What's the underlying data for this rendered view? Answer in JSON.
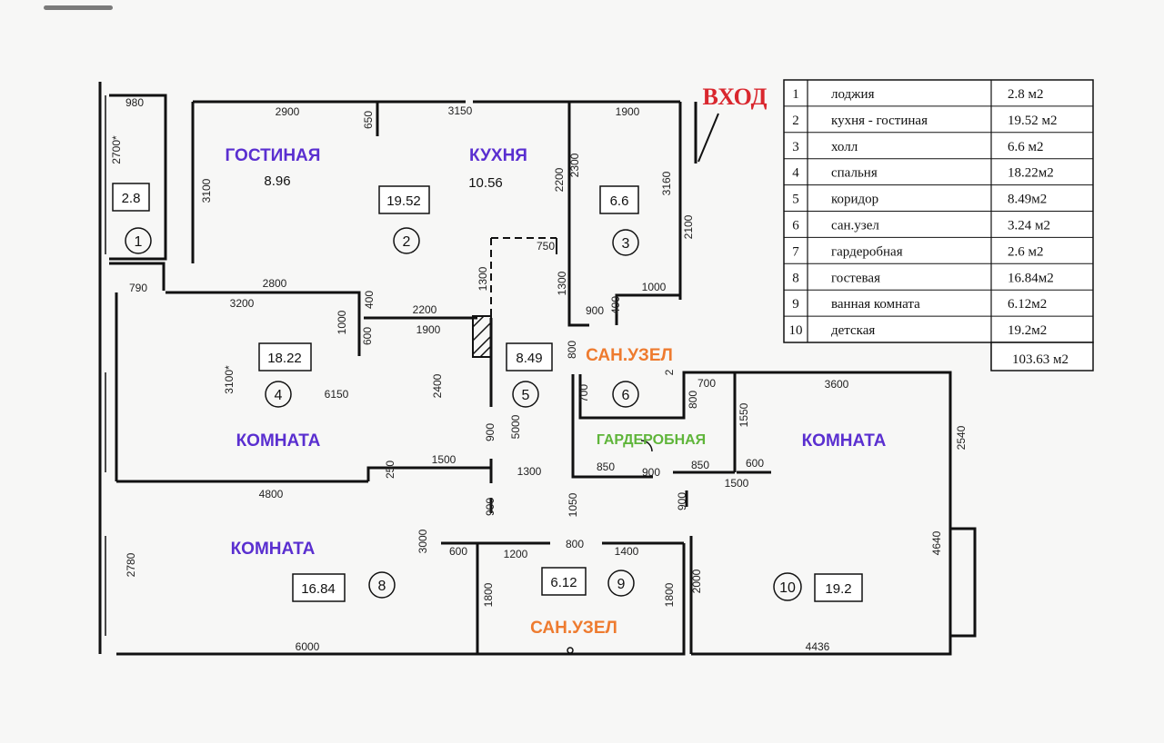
{
  "entry_label": "ВХОД",
  "colors": {
    "living_label": "#5a2fd0",
    "sanuzel_label": "#ee7b2f",
    "wardrobe_label": "#5fb53a",
    "entry_label": "#d9272e",
    "wall": "#111111"
  },
  "rooms": {
    "living": "ГОСТИНАЯ",
    "kitchen": "КУХНЯ",
    "room_4": "КОМНАТА",
    "room_8": "КОМНАТА",
    "room_10": "КОМНАТА",
    "sanuzel_small": "САН.УЗЕЛ",
    "sanuzel_large": "САН.УЗЕЛ",
    "wardrobe": "ГАРДЕРОБНАЯ"
  },
  "area_boxes": {
    "r1": "2.8",
    "r2": "19.52",
    "r3": "6.6",
    "r4": "18.22",
    "r5": "8.49",
    "r8": "16.84",
    "r9": "6.12",
    "r10": "19.2"
  },
  "sub_areas": {
    "living": "8.96",
    "kitchen": "10.56"
  },
  "circles": {
    "c1": "1",
    "c2": "2",
    "c3": "3",
    "c4": "4",
    "c5": "5",
    "c6": "6",
    "c8": "8",
    "c9": "9",
    "c10": "10"
  },
  "dims": {
    "d980": "980",
    "d2700": "2700*",
    "d2900": "2900",
    "d650": "650",
    "d3150": "3150",
    "d1900a": "1900",
    "d2300": "2300",
    "d2200v": "2200",
    "d3160": "3160",
    "d3100": "3100",
    "d2100": "2100",
    "d750": "750",
    "d1300a": "1300",
    "d1300b": "1300",
    "d2800": "2800",
    "d790": "790",
    "d3200": "3200",
    "d400a": "400",
    "d1000a": "1000",
    "d2200h": "2200",
    "d1900b": "1900",
    "d600a": "600",
    "d1000b": "1000",
    "d400b": "400",
    "d900a": "900",
    "d800a": "800",
    "d2": "2",
    "d3100b": "3100*",
    "d6150": "6150",
    "d2400": "2400",
    "d700a": "700",
    "d700b": "700",
    "d800b": "800",
    "d3600": "3600",
    "d1550": "1550",
    "d2540": "2540",
    "d900b": "900",
    "d5000": "5000",
    "d250": "250",
    "d1500a": "1500",
    "d1300c": "1300",
    "d850a": "850",
    "d900c": "900",
    "d850b": "850",
    "d600b": "600",
    "d1500b": "1500",
    "d4800": "4800",
    "d900d": "900",
    "d1050": "1050",
    "d900e": "900",
    "d3000": "3000",
    "d600c": "600",
    "d1200": "1200",
    "d800c": "800",
    "d1400": "1400",
    "d4640": "4640",
    "d2780": "2780",
    "d1800a": "1800",
    "d1800b": "1800",
    "d2000": "2000",
    "d6000": "6000",
    "d4436": "4436"
  },
  "table": {
    "rows": [
      {
        "n": "1",
        "name": "лоджия",
        "area": "2.8 м2"
      },
      {
        "n": "2",
        "name": "кухня - гостиная",
        "area": "19.52 м2"
      },
      {
        "n": "3",
        "name": "холл",
        "area": "6.6 м2"
      },
      {
        "n": "4",
        "name": "спальня",
        "area": "18.22м2"
      },
      {
        "n": "5",
        "name": "коридор",
        "area": "8.49м2"
      },
      {
        "n": "6",
        "name": "сан.узел",
        "area": "3.24 м2"
      },
      {
        "n": "7",
        "name": "гардеробная",
        "area": "2.6  м2"
      },
      {
        "n": "8",
        "name": "гостевая",
        "area": "16.84м2"
      },
      {
        "n": "9",
        "name": "ванная комната",
        "area": "6.12м2"
      },
      {
        "n": "10",
        "name": "детская",
        "area": "19.2м2"
      }
    ],
    "total": "103.63 м2"
  }
}
